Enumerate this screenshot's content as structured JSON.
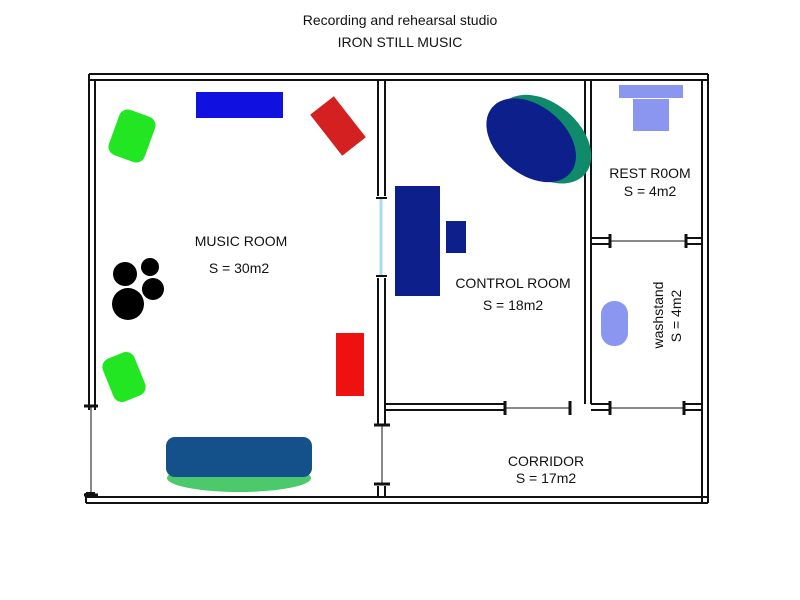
{
  "header": {
    "title": "Recording and rehearsal studio",
    "subtitle": "IRON STILL MUSIC"
  },
  "rooms": {
    "music": {
      "name": "MUSIC ROOM",
      "area": "S = 30m2"
    },
    "control": {
      "name": "CONTROL ROOM",
      "area": "S = 18m2"
    },
    "rest": {
      "name": "REST R0OM",
      "area": "S = 4m2"
    },
    "washstand": {
      "name": "washstand",
      "area": "S = 4m2"
    },
    "corridor": {
      "name": "CORRIDOR",
      "area": "S = 17m2"
    }
  },
  "colors": {
    "wall": "#111111",
    "green": "#22e622",
    "blue": "#1010e0",
    "red": "#e01010",
    "crimson": "#d42020",
    "navy": "#0c1f8a",
    "teal": "#0f8a6a",
    "sofa": "#14508a",
    "sofa_base": "#4cc96a",
    "lavender": "#8a96f0",
    "window": "#a8dcef"
  }
}
